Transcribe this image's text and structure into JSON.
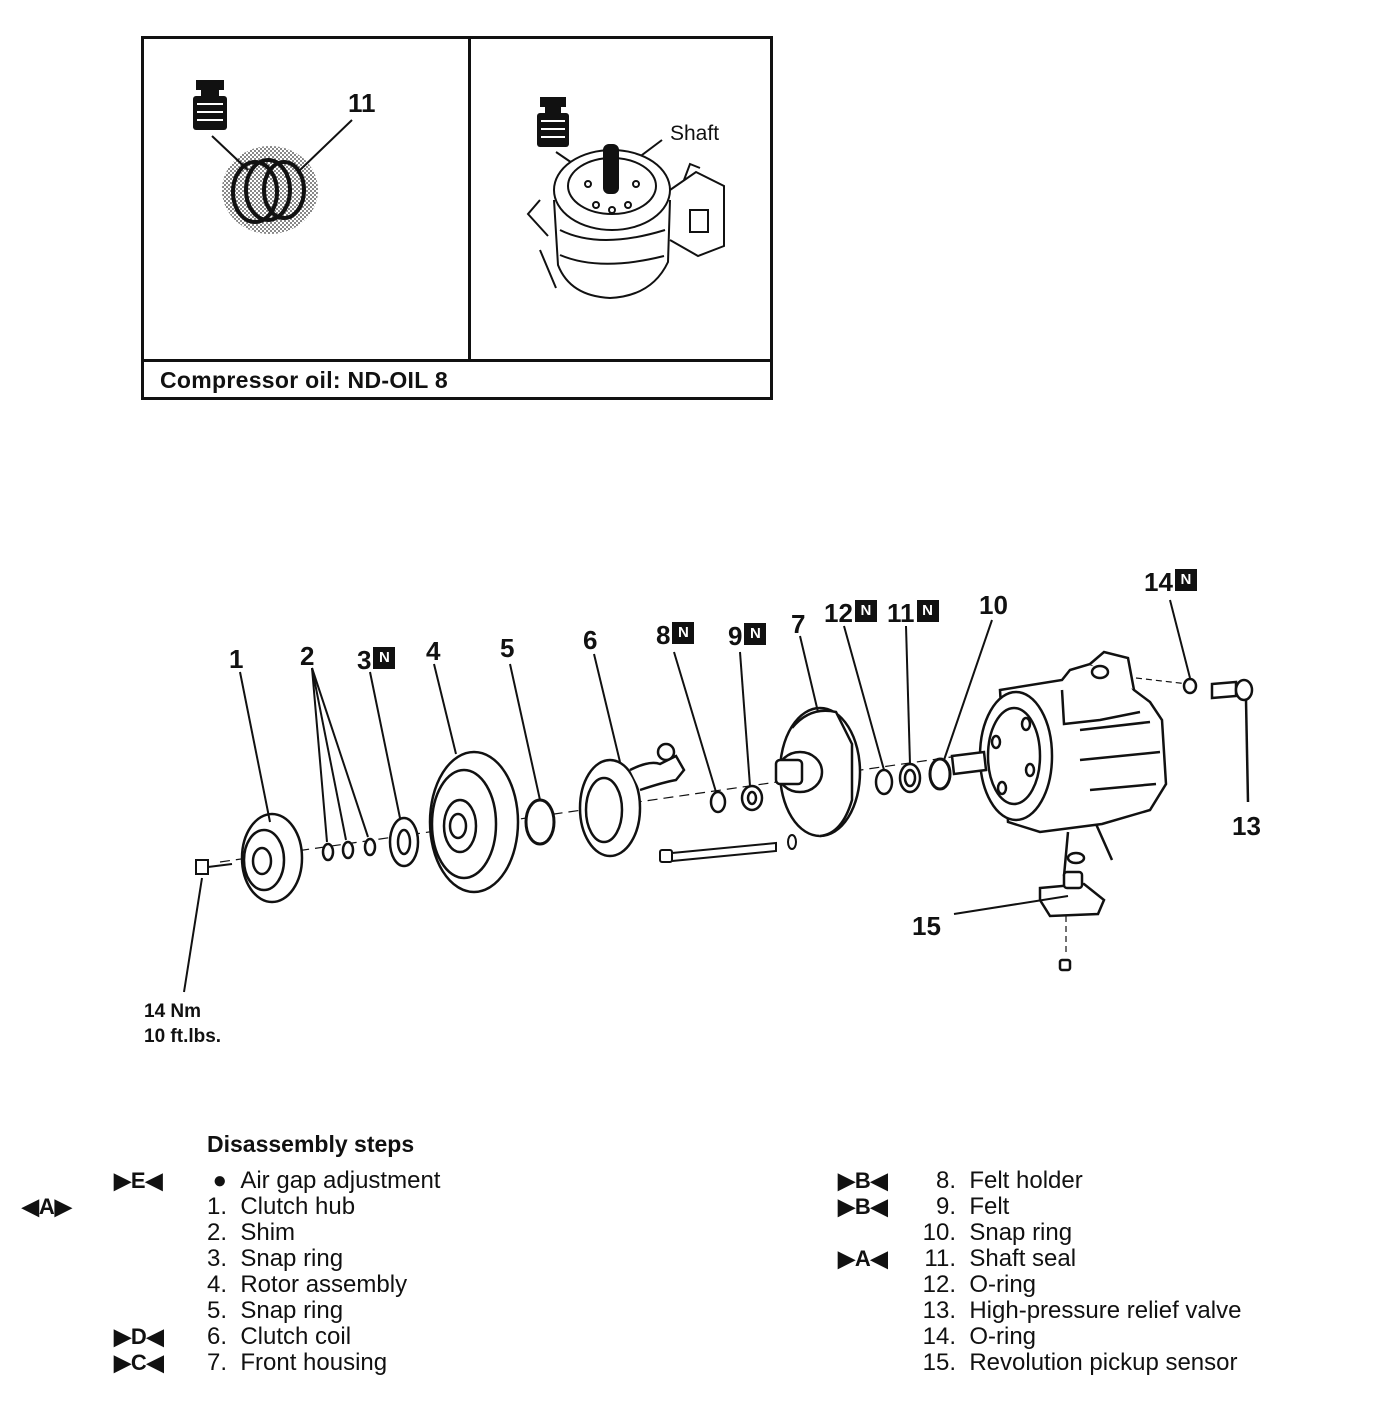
{
  "top_panel": {
    "left_callout": "11",
    "right_label": "Shaft",
    "note": "Compressor oil: ND-OIL 8"
  },
  "diagram": {
    "callouts": {
      "c1": "1",
      "c2": "2",
      "c3": "3",
      "c4": "4",
      "c5": "5",
      "c6": "6",
      "c7": "7",
      "c8": "8",
      "c9": "9",
      "c10": "10",
      "c11": "11",
      "c12": "12",
      "c13": "13",
      "c14": "14",
      "c15": "15"
    },
    "n_badge": "N",
    "torque": {
      "line1": "14 Nm",
      "line2": "10 ft.lbs."
    }
  },
  "steps": {
    "heading": "Disassembly steps",
    "left": [
      {
        "marker": "▶E◀",
        "num": "●",
        "label": "Air gap adjustment"
      },
      {
        "marker": "",
        "num": "1.",
        "label": "Clutch hub"
      },
      {
        "marker": "",
        "num": "2.",
        "label": "Shim"
      },
      {
        "marker": "",
        "num": "3.",
        "label": "Snap ring"
      },
      {
        "marker": "",
        "num": "4.",
        "label": "Rotor assembly"
      },
      {
        "marker": "",
        "num": "5.",
        "label": "Snap ring"
      },
      {
        "marker": "▶D◀",
        "num": "6.",
        "label": "Clutch coil"
      },
      {
        "marker": "▶C◀",
        "num": "7.",
        "label": "Front housing"
      }
    ],
    "outer_marker": "◀A▶",
    "right": [
      {
        "marker": "▶B◀",
        "num": "8.",
        "label": "Felt holder"
      },
      {
        "marker": "▶B◀",
        "num": "9.",
        "label": "Felt"
      },
      {
        "marker": "",
        "num": "10.",
        "label": "Snap ring"
      },
      {
        "marker": "▶A◀",
        "num": "11.",
        "label": "Shaft seal"
      },
      {
        "marker": "",
        "num": "12.",
        "label": "O-ring"
      },
      {
        "marker": "",
        "num": "13.",
        "label": "High-pressure relief valve"
      },
      {
        "marker": "",
        "num": "14.",
        "label": "O-ring"
      },
      {
        "marker": "",
        "num": "15.",
        "label": "Revolution pickup sensor"
      }
    ]
  }
}
